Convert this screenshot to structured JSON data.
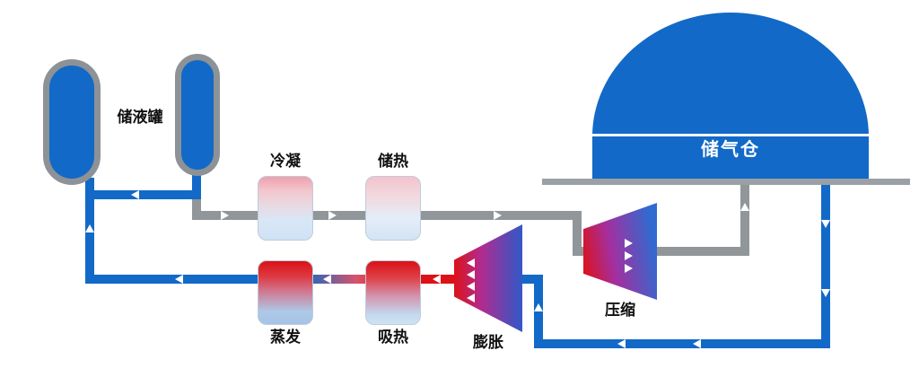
{
  "labels": {
    "liquid_tank": "储液罐",
    "condense": "冷凝",
    "heat_store": "储热",
    "evaporate": "蒸发",
    "heat_absorb": "吸热",
    "expand": "膨胀",
    "compress": "压缩",
    "gas_store": "储气仓"
  },
  "colors": {
    "blue": "#1269c7",
    "red": "#dd1118",
    "pipe-gray": "#909699",
    "ground-gray": "#9aa0a6"
  },
  "icons": {
    "flow_arrow": "white triangle arrowhead on pipe indicating flow direction"
  }
}
